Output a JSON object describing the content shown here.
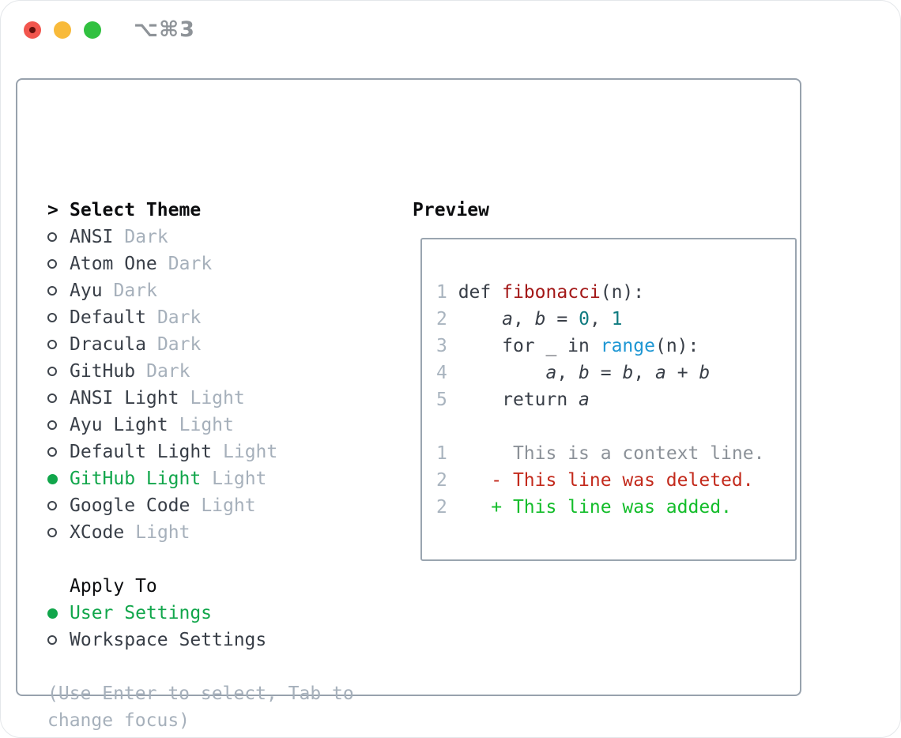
{
  "window": {
    "title": "⌥⌘3",
    "traffic_lights": [
      "close",
      "minimize",
      "zoom"
    ]
  },
  "theme_picker": {
    "prompt": ">",
    "heading": "Select Theme",
    "items": [
      {
        "name": "ANSI",
        "tag": "Dark",
        "selected": false
      },
      {
        "name": "Atom One",
        "tag": "Dark",
        "selected": false
      },
      {
        "name": "Ayu",
        "tag": "Dark",
        "selected": false
      },
      {
        "name": "Default",
        "tag": "Dark",
        "selected": false
      },
      {
        "name": "Dracula",
        "tag": "Dark",
        "selected": false
      },
      {
        "name": "GitHub",
        "tag": "Dark",
        "selected": false
      },
      {
        "name": "ANSI Light",
        "tag": "Light",
        "selected": false
      },
      {
        "name": "Ayu Light",
        "tag": "Light",
        "selected": false
      },
      {
        "name": "Default Light",
        "tag": "Light",
        "selected": false
      },
      {
        "name": "GitHub Light",
        "tag": "Light",
        "selected": true
      },
      {
        "name": "Google Code",
        "tag": "Light",
        "selected": false
      },
      {
        "name": "XCode",
        "tag": "Light",
        "selected": false
      }
    ]
  },
  "apply_to": {
    "heading": "Apply To",
    "options": [
      {
        "name": "User Settings",
        "selected": true
      },
      {
        "name": "Workspace Settings",
        "selected": false
      }
    ]
  },
  "hint": {
    "lines": [
      "(Use Enter to select, Tab to",
      "change focus)"
    ]
  },
  "preview": {
    "heading": "Preview",
    "lines": [
      [
        {
          "t": "1",
          "s": "ln"
        },
        {
          "t": " def ",
          "s": "code"
        },
        {
          "t": "fibonacci",
          "s": "fn"
        },
        {
          "t": "(n):",
          "s": "code"
        }
      ],
      [
        {
          "t": "2",
          "s": "ln"
        },
        {
          "t": "     ",
          "s": "code"
        },
        {
          "t": "a",
          "s": "var"
        },
        {
          "t": ", ",
          "s": "code"
        },
        {
          "t": "b",
          "s": "var"
        },
        {
          "t": " = ",
          "s": "code"
        },
        {
          "t": "0",
          "s": "num"
        },
        {
          "t": ", ",
          "s": "code"
        },
        {
          "t": "1",
          "s": "num"
        }
      ],
      [
        {
          "t": "3",
          "s": "ln"
        },
        {
          "t": "     for _ in ",
          "s": "code"
        },
        {
          "t": "range",
          "s": "fnb"
        },
        {
          "t": "(n):",
          "s": "code"
        }
      ],
      [
        {
          "t": "4",
          "s": "ln"
        },
        {
          "t": "         ",
          "s": "code"
        },
        {
          "t": "a",
          "s": "var"
        },
        {
          "t": ", ",
          "s": "code"
        },
        {
          "t": "b",
          "s": "var"
        },
        {
          "t": " = ",
          "s": "code"
        },
        {
          "t": "b",
          "s": "var"
        },
        {
          "t": ", ",
          "s": "code"
        },
        {
          "t": "a",
          "s": "var"
        },
        {
          "t": " + ",
          "s": "code"
        },
        {
          "t": "b",
          "s": "var"
        }
      ],
      [
        {
          "t": "5",
          "s": "ln"
        },
        {
          "t": "     return ",
          "s": "code"
        },
        {
          "t": "a",
          "s": "var"
        }
      ],
      [],
      [
        {
          "t": "1",
          "s": "ln"
        },
        {
          "t": "      ",
          "s": "code"
        },
        {
          "t": "This is a context line.",
          "s": "ctx"
        }
      ],
      [
        {
          "t": "2",
          "s": "ln"
        },
        {
          "t": "    ",
          "s": "code"
        },
        {
          "t": "- This line was deleted.",
          "s": "del"
        }
      ],
      [
        {
          "t": "2",
          "s": "ln"
        },
        {
          "t": "    ",
          "s": "code"
        },
        {
          "t": "+ This line was added.",
          "s": "add"
        }
      ]
    ]
  },
  "colors": {
    "accent_green": "#11a64b",
    "diff_added": "#13bd2a",
    "diff_deleted": "#c32a1c",
    "diff_context": "#8b9198",
    "function_red": "#a31818",
    "number_teal": "#0f7b80",
    "builtin_blue": "#1d96d3",
    "muted_gray": "#a6b0bb",
    "text_dark": "#383e47",
    "border_gray": "#98a2ad",
    "traffic_red": "#f2564e",
    "traffic_yellow": "#f8ba3a",
    "traffic_green": "#31c140"
  }
}
